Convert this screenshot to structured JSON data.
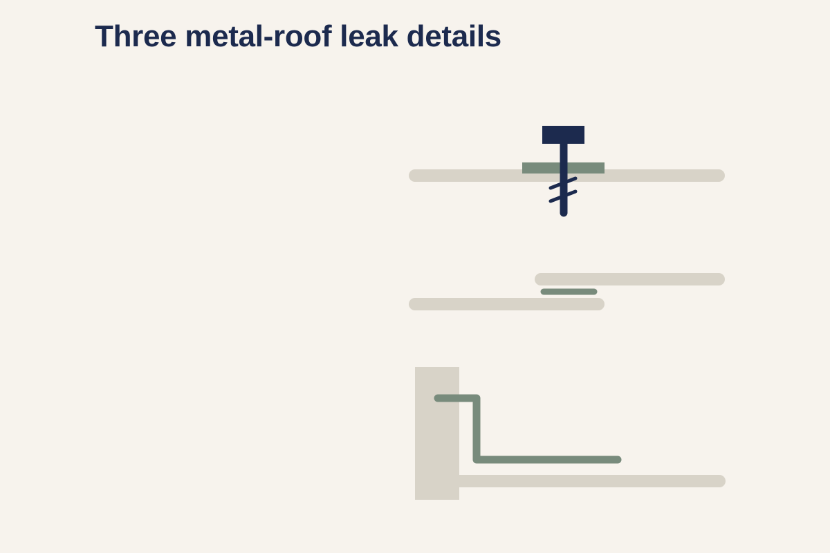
{
  "page": {
    "title": "Three metal-roof leak details"
  },
  "colors": {
    "background": "#f7f3ed",
    "title": "#1c2a4e",
    "roof_panel": "#d8d3c8",
    "sealant": "#788b7c",
    "fastener": "#1c2a4e"
  },
  "details": [
    {
      "id": "fastener-penetration",
      "elements": [
        "roof-panel",
        "sealing-washer",
        "screw-fastener"
      ]
    },
    {
      "id": "panel-side-lap",
      "elements": [
        "upper-panel",
        "lap-sealant",
        "lower-panel"
      ]
    },
    {
      "id": "wall-flashing",
      "elements": [
        "wall",
        "step-flashing",
        "roof-panel"
      ]
    }
  ]
}
